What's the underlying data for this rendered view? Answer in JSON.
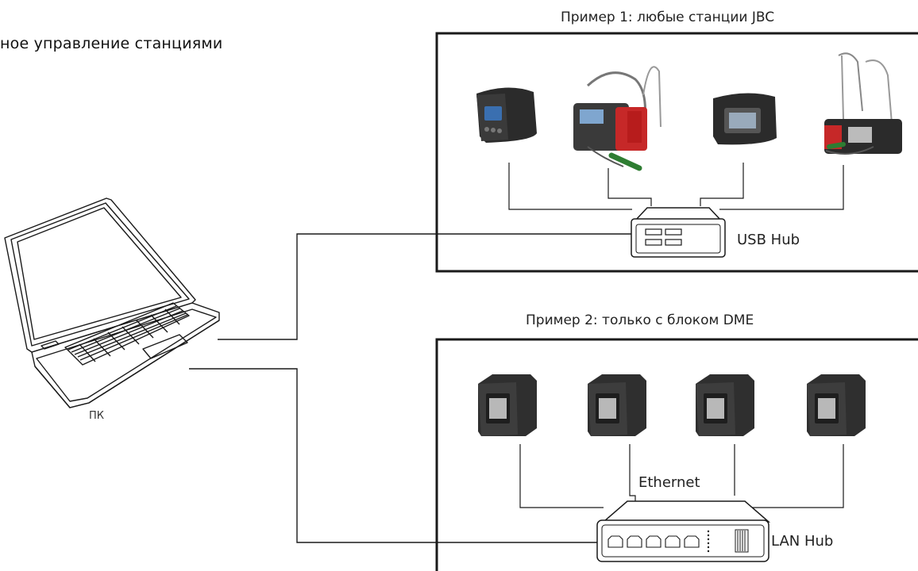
{
  "heading": "ное управление станциями",
  "example1": {
    "title": "Пример 1: любые станции JBC",
    "hub_label": "USB Hub"
  },
  "example2": {
    "title": "Пример 2: только с блоком DME",
    "network_label": "Ethernet",
    "hub_label": "LAN Hub"
  },
  "pc": {
    "label": "ПК"
  },
  "colors": {
    "line": "#1a1a1a",
    "station_body": "#2b2b2b",
    "station_accent": "#c62828",
    "screen": "#3a6fb0"
  }
}
